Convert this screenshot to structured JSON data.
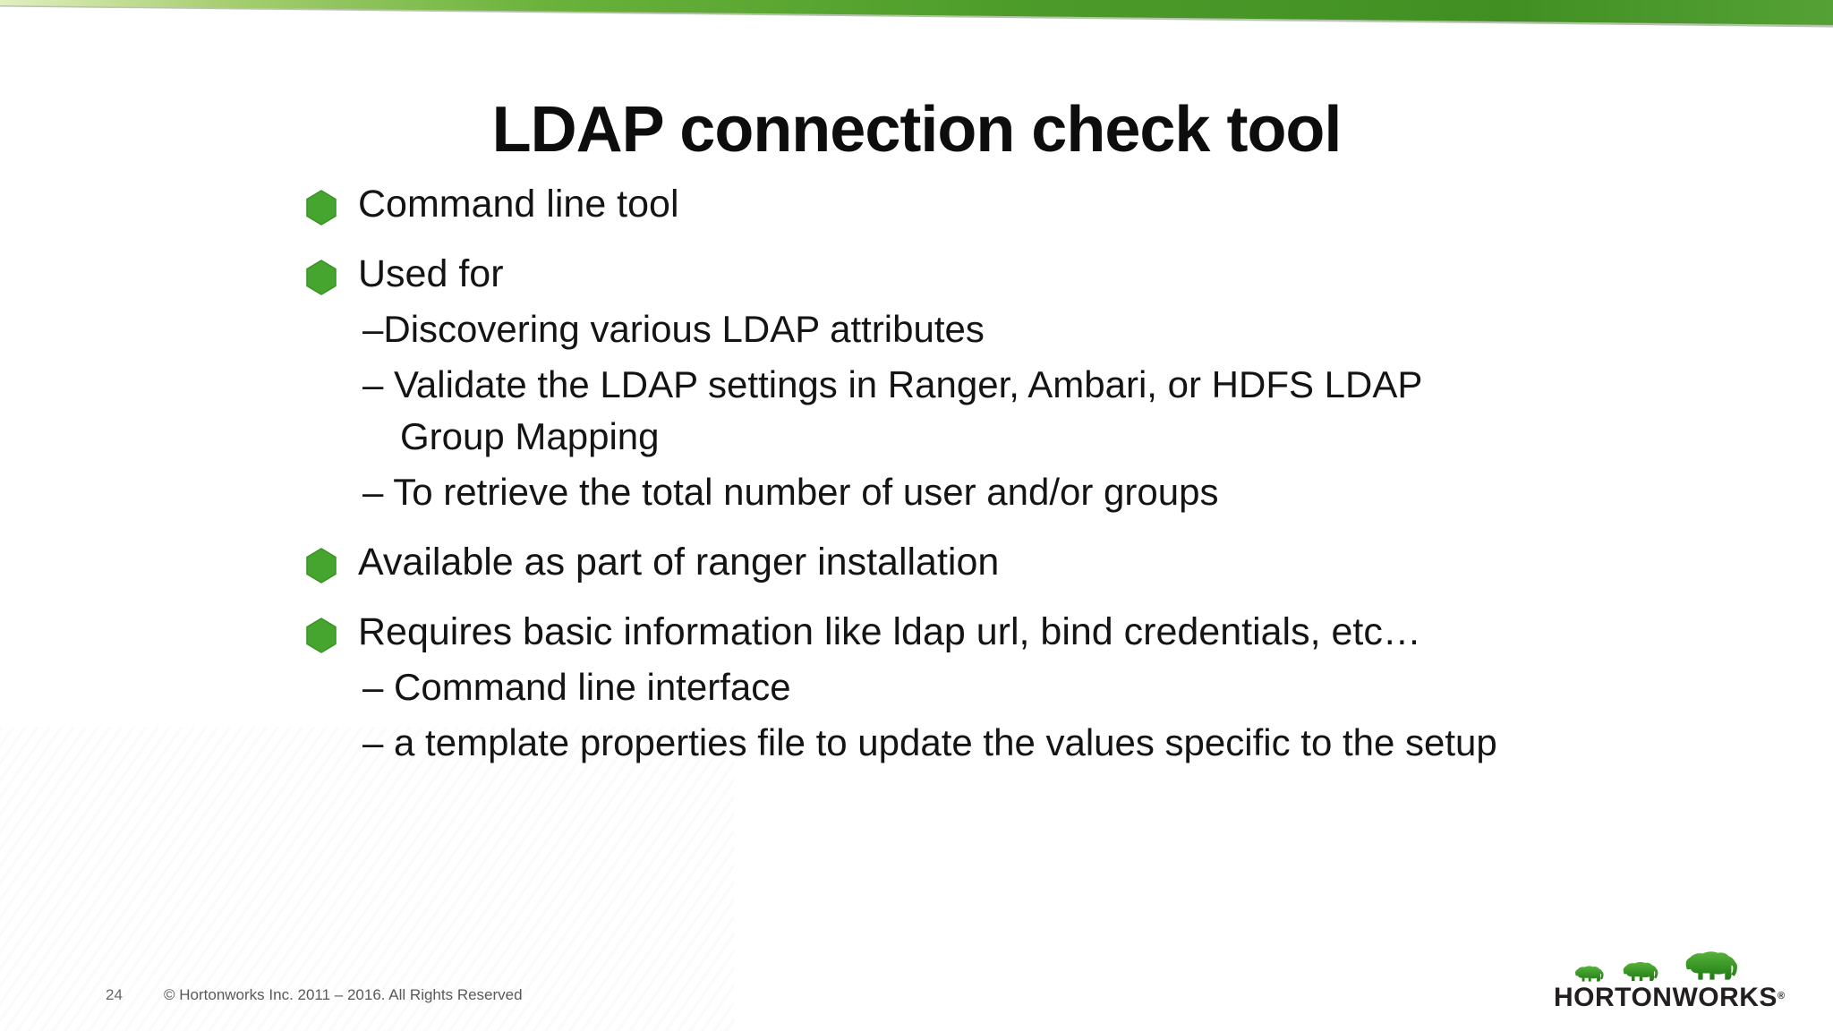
{
  "slide": {
    "title": "LDAP connection check tool",
    "bullets": [
      {
        "level": 1,
        "text": "Command line tool"
      },
      {
        "level": 1,
        "text": "Used for"
      },
      {
        "level": 2,
        "text": "–Discovering various LDAP attributes"
      },
      {
        "level": 2,
        "text": "– Validate the LDAP settings in Ranger, Ambari, or HDFS LDAP Group Mapping"
      },
      {
        "level": 2,
        "text": "– To retrieve the total number of user and/or groups"
      },
      {
        "level": 1,
        "text": "Available as part of ranger installation"
      },
      {
        "level": 1,
        "text": "Requires basic information like ldap url, bind credentials, etc…"
      },
      {
        "level": 2,
        "text": "– Command line interface"
      },
      {
        "level": 2,
        "text": "– a template properties file to update the values specific to the setup"
      }
    ],
    "footer": {
      "page_number": "24",
      "copyright": "© Hortonworks Inc. 2011 – 2016. All Rights Reserved"
    },
    "logo": {
      "wordmark": "HORTONWORKS",
      "trademark": "®"
    },
    "colors": {
      "bullet_green": "#46a52e",
      "band_green_light": "#dcebb6",
      "band_green_dark": "#418f23",
      "text": "#141414",
      "footer_gray": "#595959",
      "logo_black": "#231f20",
      "elephant_green": "#3f9b28"
    }
  }
}
